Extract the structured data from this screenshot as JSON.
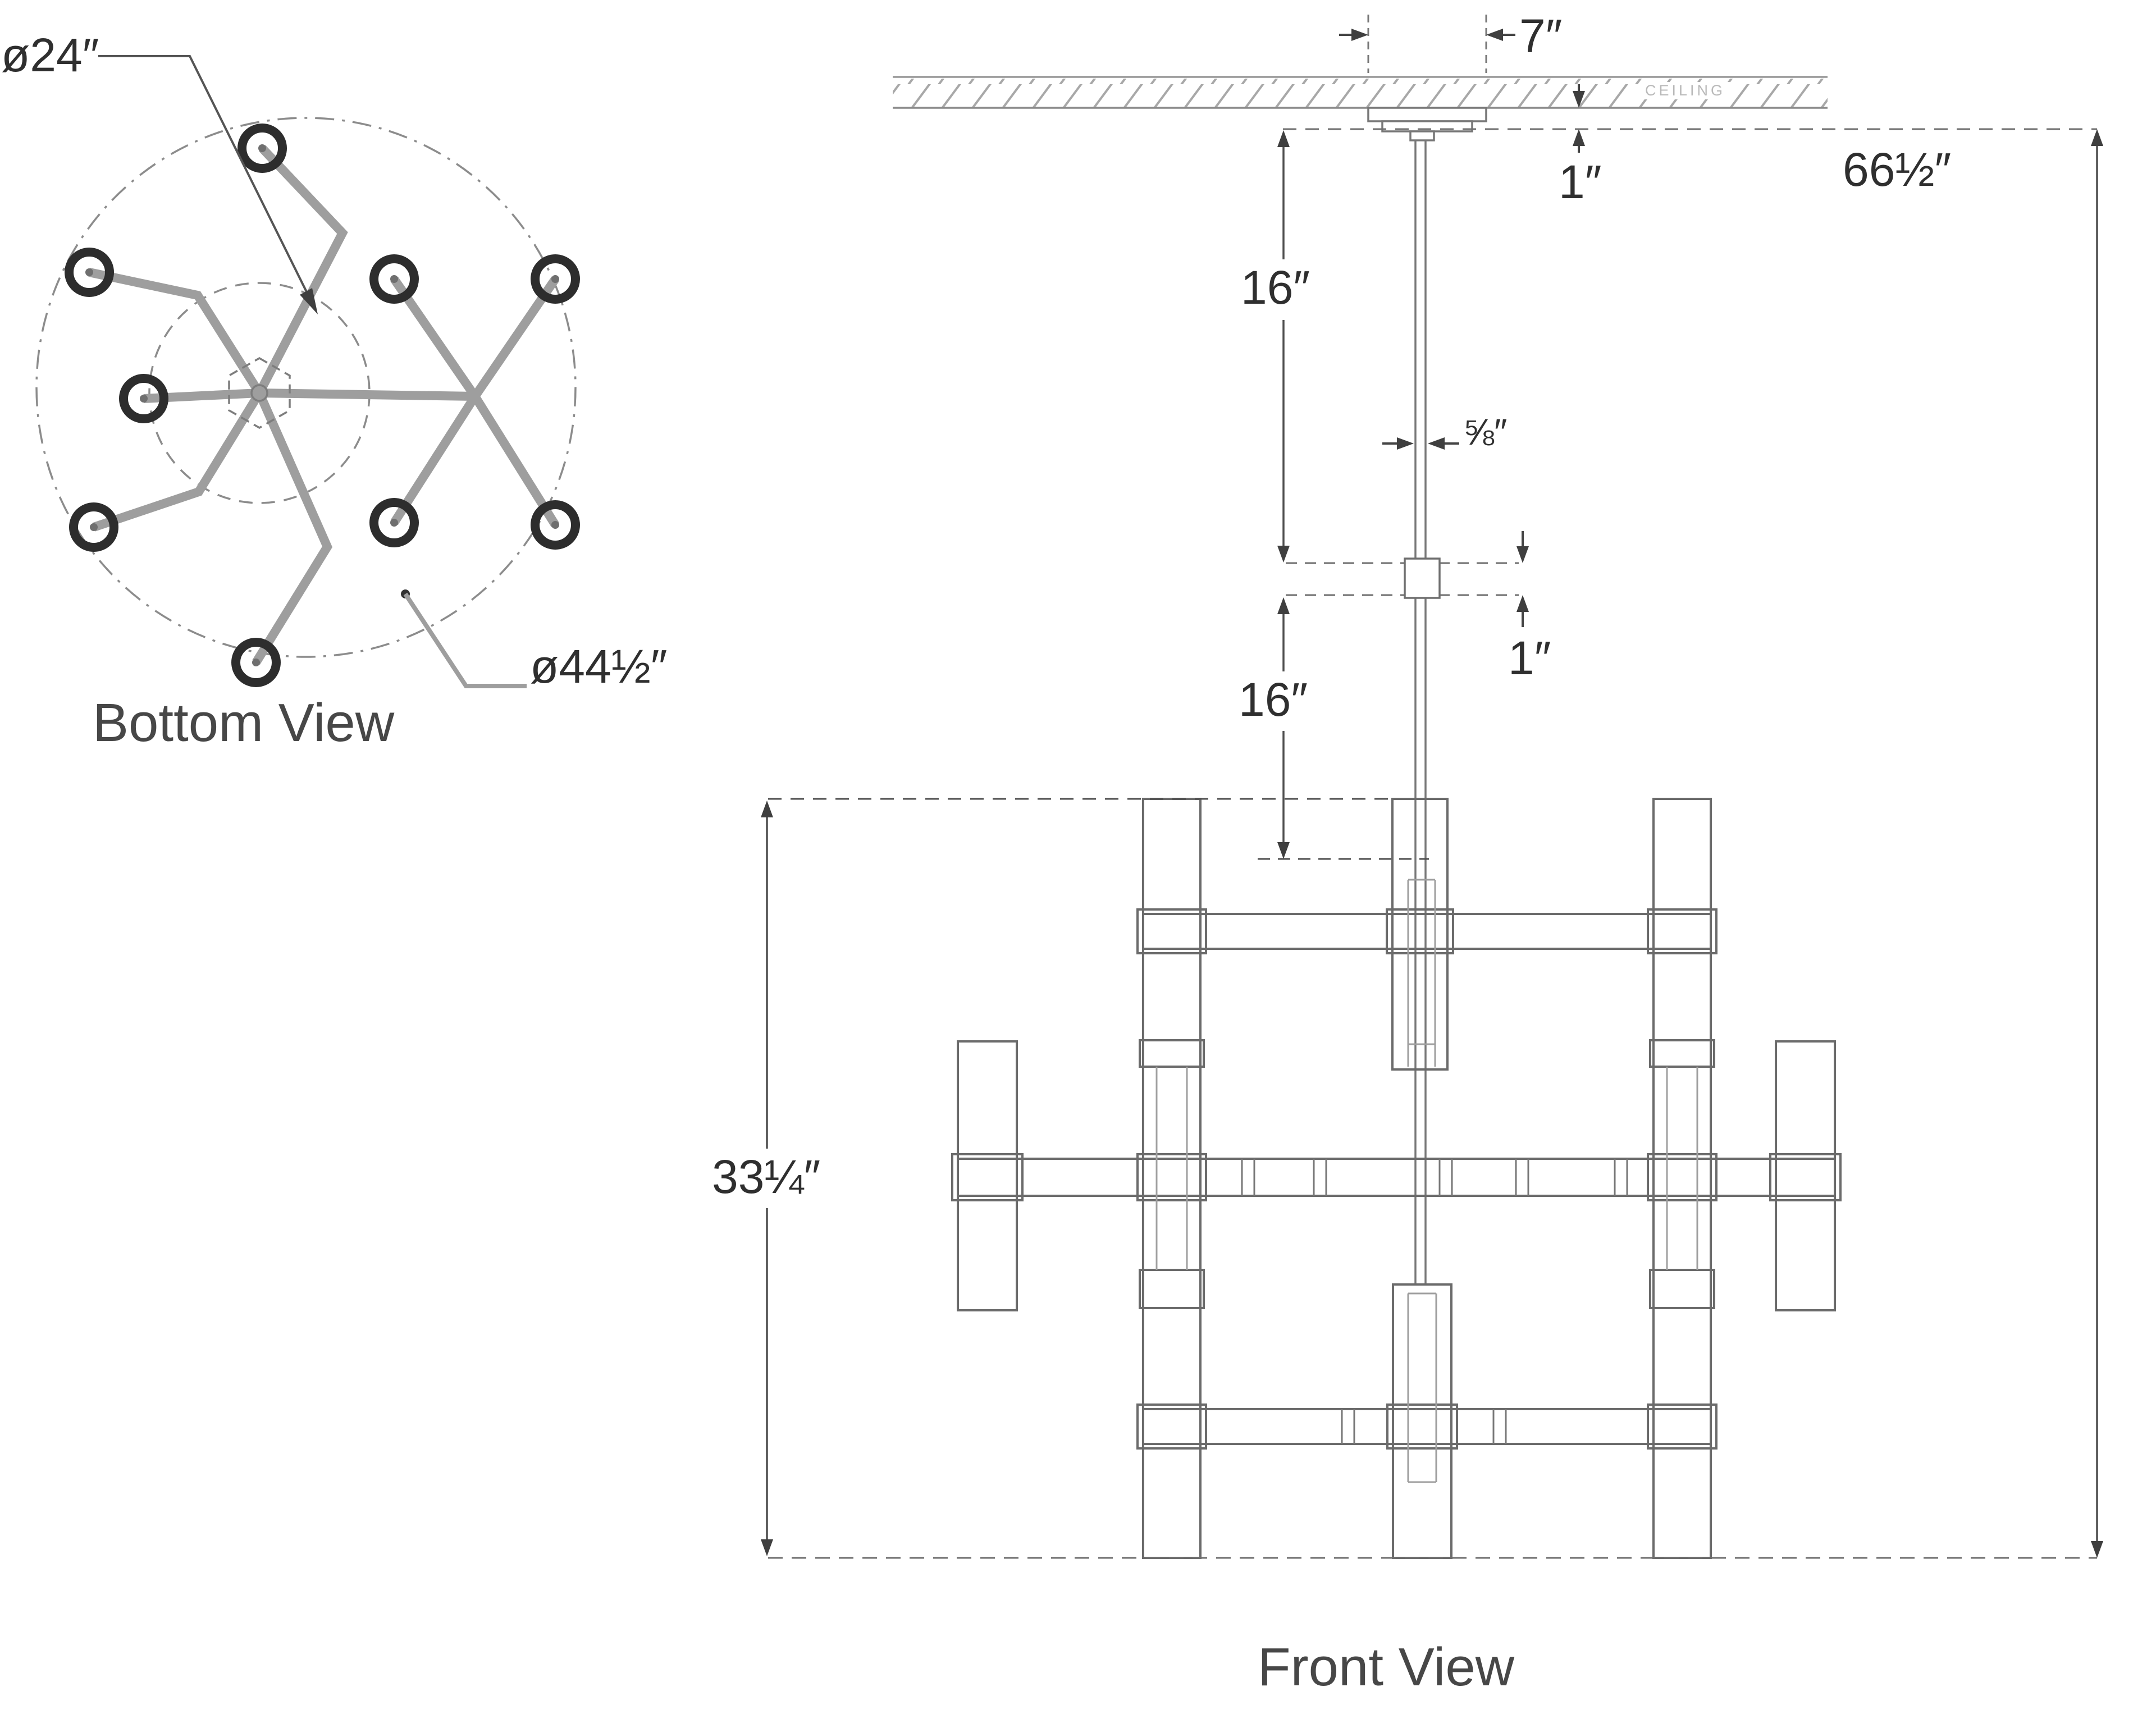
{
  "figure": {
    "type": "technical-dimension-diagram",
    "product": "multi-arm chandelier",
    "views": {
      "bottom": {
        "title": "Bottom View",
        "inner_diameter": "ø24″",
        "outer_diameter": "ø44½″",
        "bulb_count": 9
      },
      "front": {
        "title": "Front View",
        "ceiling_label": "CEILING",
        "dims": {
          "canopy_width": "7″",
          "canopy_height": "1″",
          "upper_wire_length": "16″",
          "stem_diameter": "⅝″",
          "joint_height": "1″",
          "lower_wire_length": "16″",
          "body_height": "33¼″",
          "overall_height": "66½″"
        }
      }
    },
    "colors": {
      "line": "#6b6b6b",
      "dim_line": "#4f4f4f",
      "spoke": "#9e9e9e",
      "bulb": "#2d2d2d",
      "hatch": "#a8a8a8",
      "text": "#2f2f2f",
      "faint_text": "#b9b9b9"
    }
  }
}
